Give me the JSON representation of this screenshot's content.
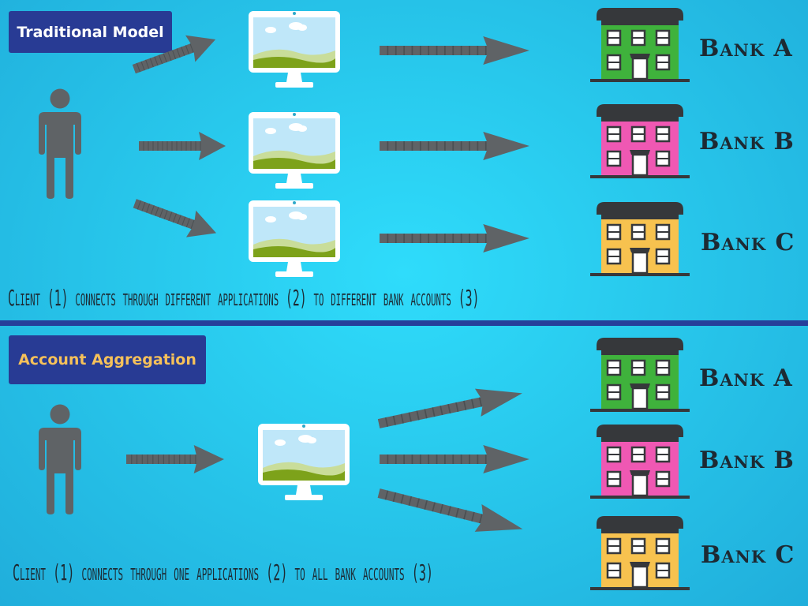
{
  "traditional": {
    "label": "Traditional Model",
    "label_color": "#ffffff",
    "caption": "Client (1) connects through different applications (2) to different bank accounts (3)",
    "banks": [
      "Bank A",
      "Bank B",
      "Bank C"
    ]
  },
  "aggregation": {
    "label": "Account Aggregation",
    "label_color": "#f6c15a",
    "caption": "Client (1) connects through one applications (2) to all bank accounts (3)",
    "banks": [
      "Bank A",
      "Bank B",
      "Bank C"
    ]
  },
  "colors": {
    "background": "#28c8ec",
    "label_bg": "#283b94",
    "arrow": "#5f6366",
    "person": "#5f6366",
    "bank_a": "#3fb23c",
    "bank_b": "#ef58b3",
    "bank_c": "#f7c24f"
  },
  "icons": [
    "person-icon",
    "computer-monitor-icon",
    "arrow-right-icon",
    "bank-building-icon"
  ]
}
